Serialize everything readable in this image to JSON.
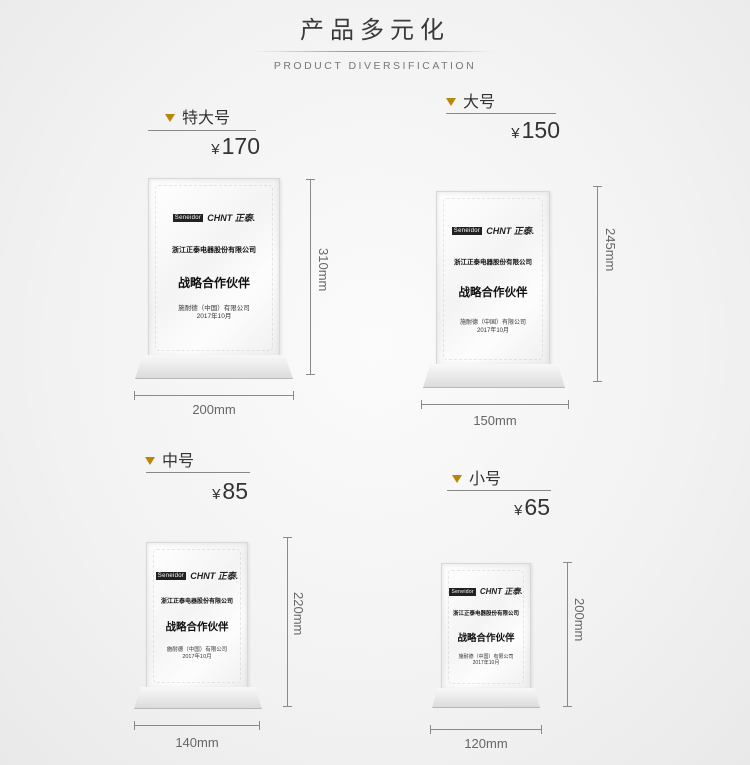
{
  "header": {
    "title": "产品多元化",
    "subtitle": "PRODUCT DIVERSIFICATION"
  },
  "accent_color": "#b8860b",
  "plaque_text": {
    "logo_box": "Seneidor",
    "logo_chnt": "CHNT 正泰.",
    "company": "浙江正泰电器股份有限公司",
    "partner": "战略合作伙伴",
    "sign_company": "施耐德（中国）有限公司",
    "sign_date": "2017年10月"
  },
  "products": [
    {
      "label": "特大号",
      "yen": "¥",
      "price": "170",
      "height": "310mm",
      "width": "200mm"
    },
    {
      "label": "大号",
      "yen": "¥",
      "price": "150",
      "height": "245mm",
      "width": "150mm"
    },
    {
      "label": "中号",
      "yen": "¥",
      "price": "85",
      "height": "220mm",
      "width": "140mm"
    },
    {
      "label": "小号",
      "yen": "¥",
      "price": "65",
      "height": "200mm",
      "width": "120mm"
    }
  ]
}
